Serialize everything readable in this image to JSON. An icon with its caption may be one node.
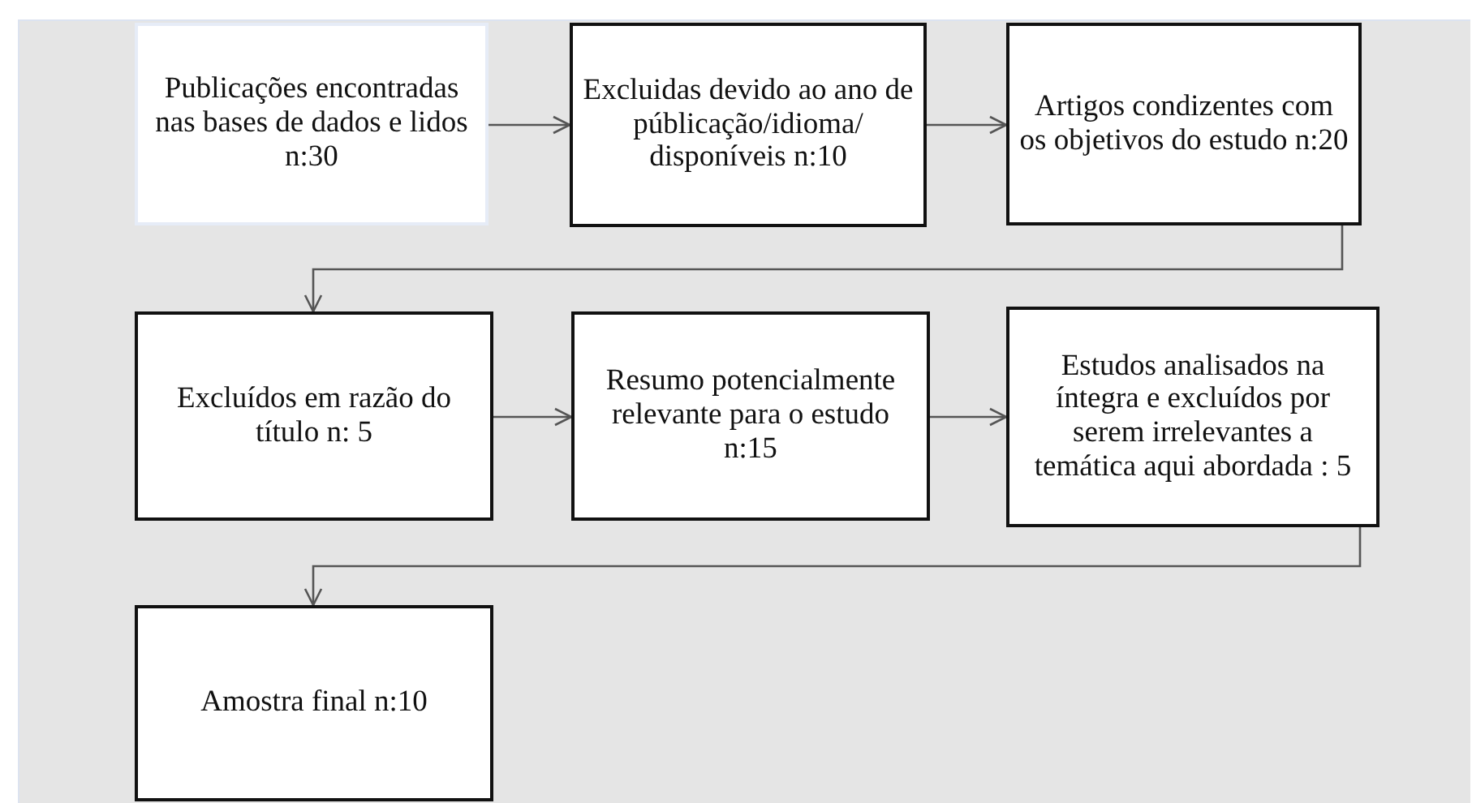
{
  "diagram": {
    "nodes": [
      {
        "text": [
          "Publicações encontradas nas bases de dados e lidos n:30"
        ]
      },
      {
        "text": [
          "Excluidas devido ao ano de públicação/idioma/ disponíveis n:10"
        ]
      },
      {
        "text": [
          "Artigos condizentes com  os objetivos do estudo n:20"
        ]
      },
      {
        "text": [
          "Excluídos em razão do título n: 5"
        ]
      },
      {
        "text": [
          "Resumo potencialmente relevante para o estudo n:15"
        ]
      },
      {
        "text": [
          "Estudos analisados na íntegra e excluídos por serem irrelevantes a temática aqui abordada : 5"
        ]
      },
      {
        "text": [
          "Amostra  final n:10"
        ]
      }
    ],
    "edges": [
      {
        "from": 0,
        "to": 1,
        "arrow": "to"
      },
      {
        "from": 1,
        "to": 2,
        "arrow": "to"
      },
      {
        "from": 2,
        "to": 3,
        "arrow": "to"
      },
      {
        "from": 3,
        "to": 4,
        "arrow": "to"
      },
      {
        "from": 4,
        "to": 5,
        "arrow": "to"
      },
      {
        "from": 5,
        "to": 6,
        "arrow": "to"
      }
    ]
  }
}
